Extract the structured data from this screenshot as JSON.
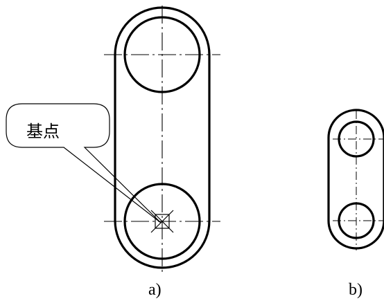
{
  "callout": {
    "text": "基点"
  },
  "captions": {
    "a": "a)",
    "b": "b)"
  }
}
